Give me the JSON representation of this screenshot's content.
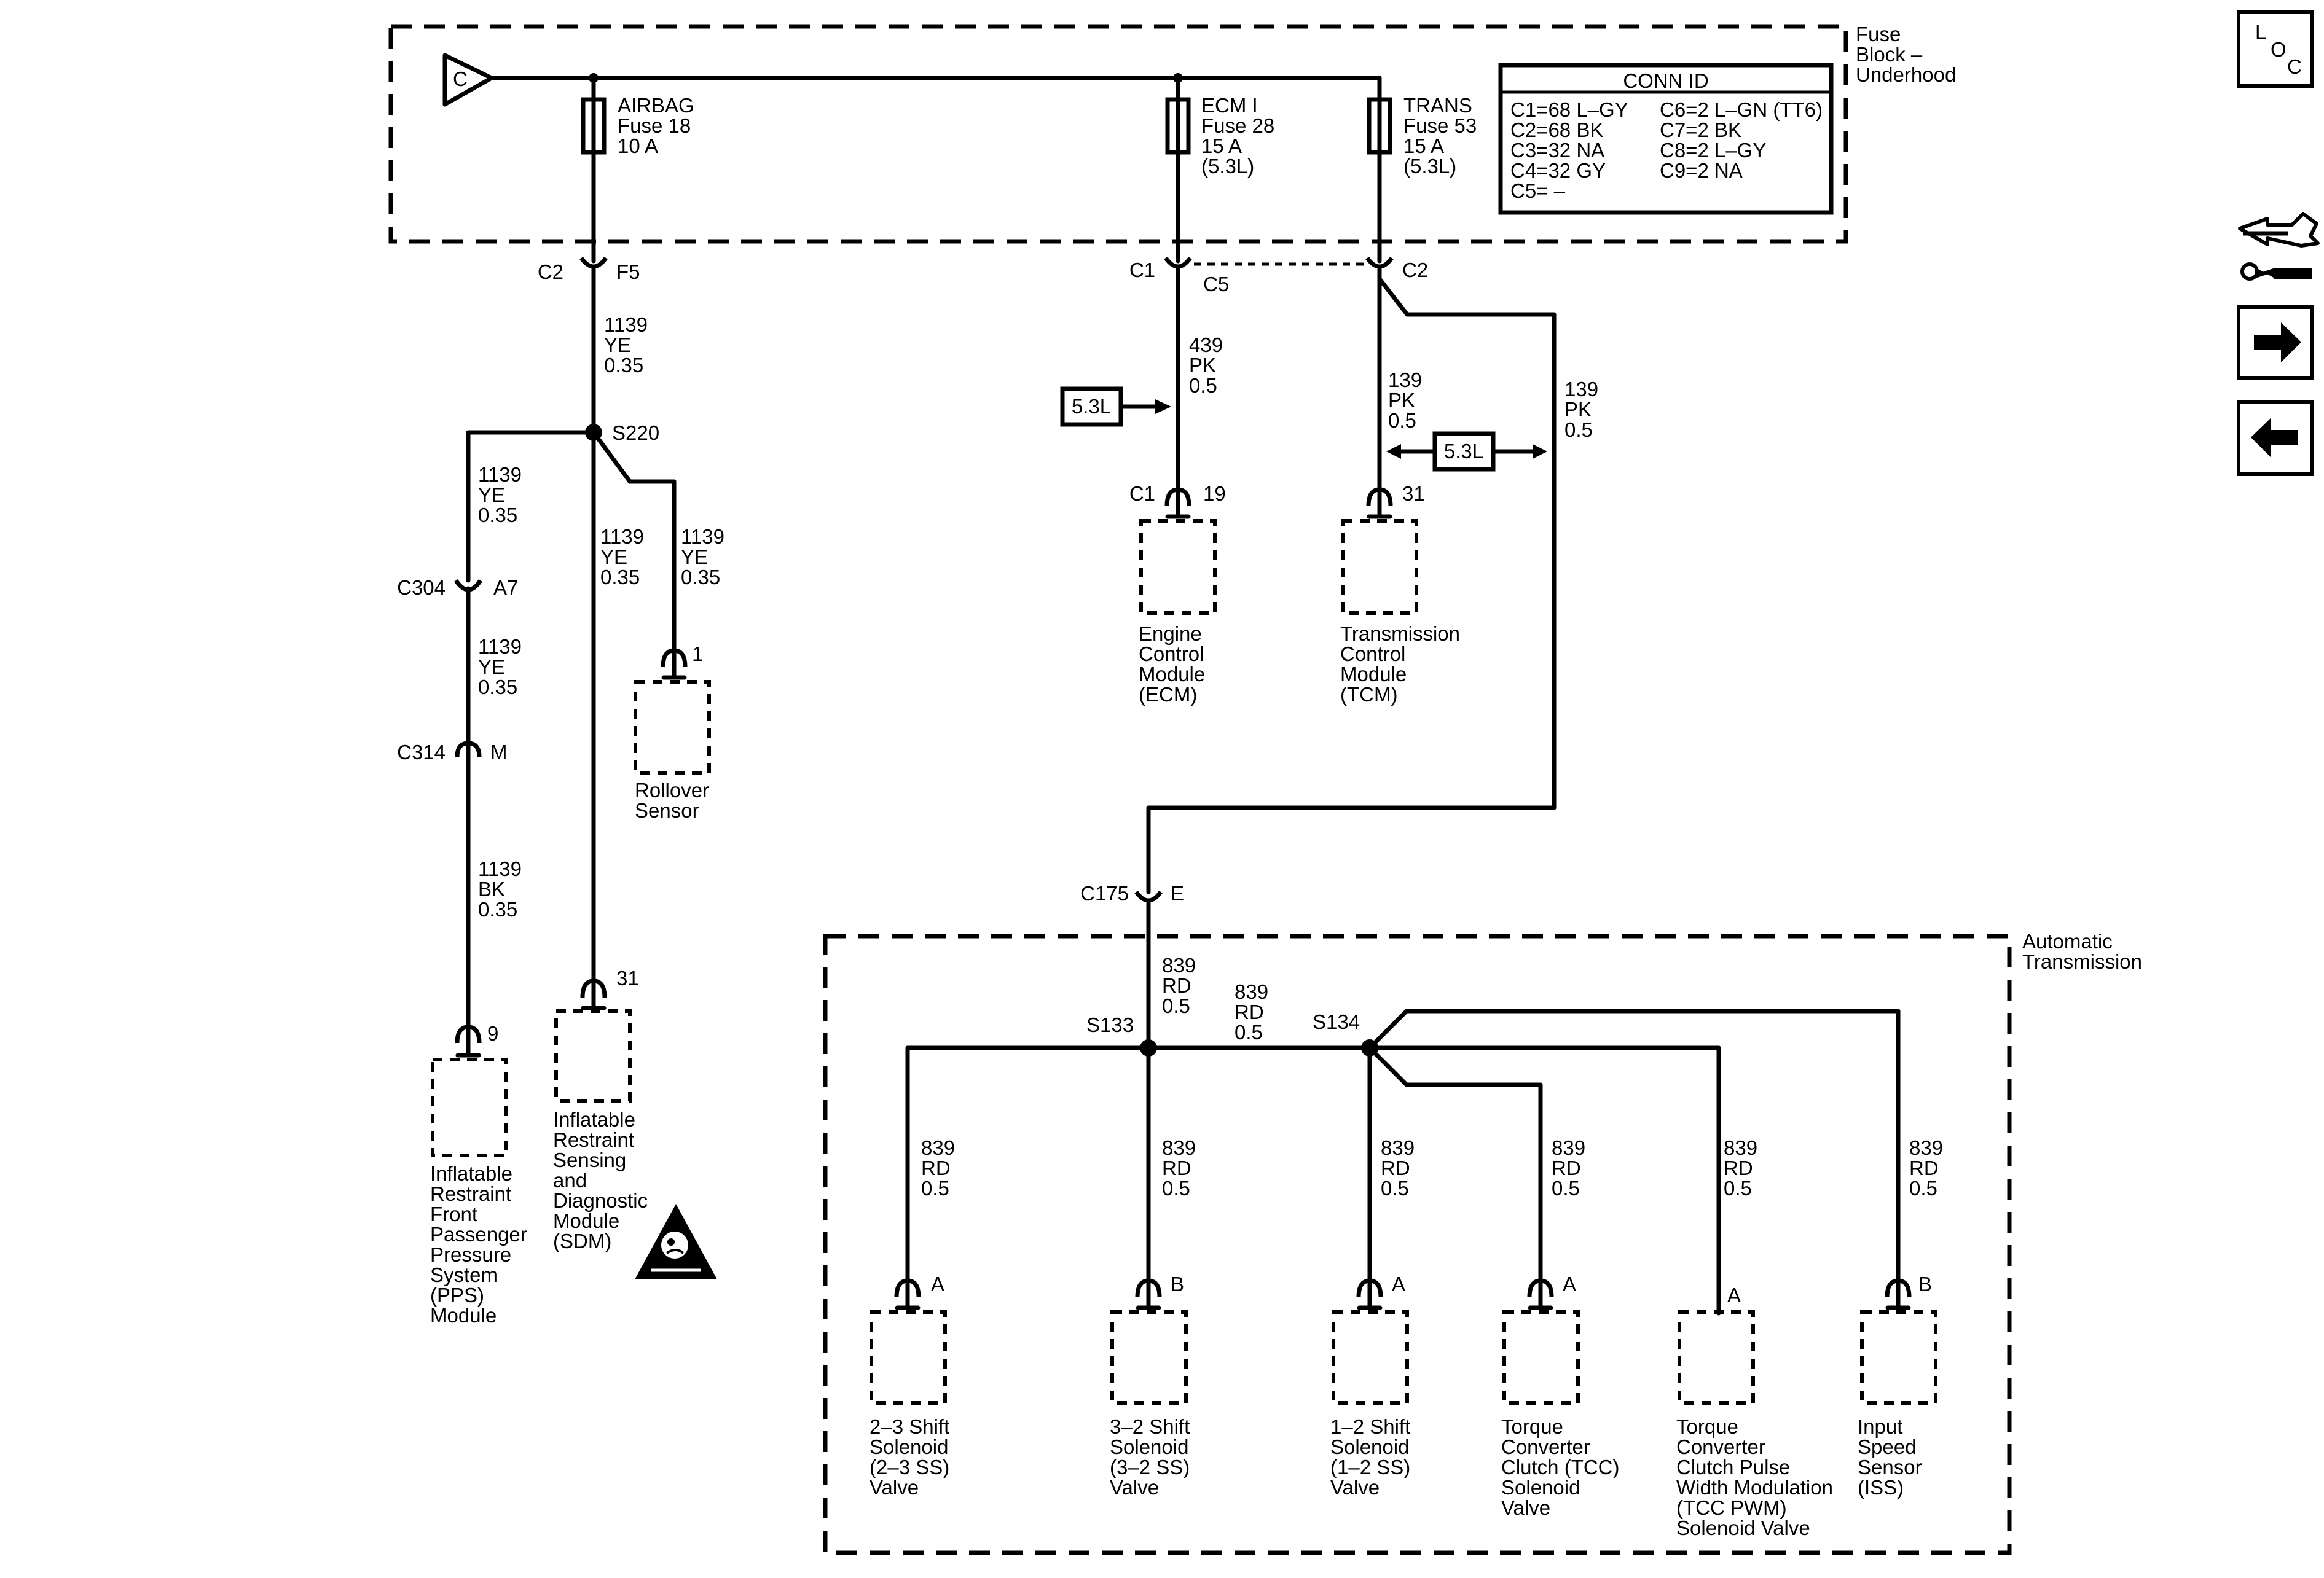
{
  "fuse_block": {
    "label_line1": "Fuse",
    "label_line2": "Block –",
    "label_line3": "Underhood",
    "source_connector": "C",
    "fuses": [
      {
        "line1": "AIRBAG",
        "line2": "Fuse 18",
        "line3": "10 A",
        "line4": ""
      },
      {
        "line1": "ECM I",
        "line2": "Fuse 28",
        "line3": "15 A",
        "line4": "(5.3L)"
      },
      {
        "line1": "TRANS",
        "line2": "Fuse 53",
        "line3": "15 A",
        "line4": "(5.3L)"
      }
    ]
  },
  "conn_id": {
    "title": "CONN ID",
    "left": [
      "C1=68 L–GY",
      "C2=68 BK",
      "C3=32 NA",
      "C4=32 GY",
      "C5= –"
    ],
    "right": [
      "C6=2 L–GN (TT6)",
      "C7=2 BK",
      "C8=2 L–GY",
      "C9=2 NA"
    ]
  },
  "connectors": {
    "c2_f5": {
      "left": "C2",
      "right": "F5"
    },
    "c1_c5": {
      "left": "C1",
      "right": "C5"
    },
    "c2_trans": {
      "right": "C2"
    },
    "c304": {
      "left": "C304",
      "right": "A7"
    },
    "c314": {
      "left": "C314",
      "right": "M"
    },
    "ecm": {
      "left": "C1",
      "right": "19"
    },
    "tcm": {
      "right": "31"
    },
    "rollover": {
      "right": "1"
    },
    "sdm": {
      "right": "31"
    },
    "pps": {
      "right": "9"
    },
    "c175": {
      "left": "C175",
      "right": "E"
    },
    "sol_23": {
      "right": "A"
    },
    "sol_32": {
      "right": "B"
    },
    "sol_12": {
      "right": "A"
    },
    "tcc": {
      "right": "A"
    },
    "tcc_pwm": {
      "right": "A"
    },
    "iss": {
      "right": "B"
    }
  },
  "splices": {
    "s220": "S220",
    "s133": "S133",
    "s134": "S134"
  },
  "wires": {
    "w1139_top": [
      "1139",
      "YE",
      "0.35"
    ],
    "w1139_left": [
      "1139",
      "YE",
      "0.35"
    ],
    "w1139_mid": [
      "1139",
      "YE",
      "0.35"
    ],
    "w1139_right": [
      "1139",
      "YE",
      "0.35"
    ],
    "w1139_c304": [
      "1139",
      "YE",
      "0.35"
    ],
    "w1139_bk": [
      "1139",
      "BK",
      "0.35"
    ],
    "w439": [
      "439",
      "PK",
      "0.5"
    ],
    "w139_tcm": [
      "139",
      "PK",
      "0.5"
    ],
    "w139_trans": [
      "139",
      "PK",
      "0.5"
    ],
    "w839_c175": [
      "839",
      "RD",
      "0.5"
    ],
    "w839_mid": [
      "839",
      "RD",
      "0.5"
    ],
    "w839_23": [
      "839",
      "RD",
      "0.5"
    ],
    "w839_32": [
      "839",
      "RD",
      "0.5"
    ],
    "w839_12": [
      "839",
      "RD",
      "0.5"
    ],
    "w839_tcc": [
      "839",
      "RD",
      "0.5"
    ],
    "w839_pwm": [
      "839",
      "RD",
      "0.5"
    ],
    "w839_iss": [
      "839",
      "RD",
      "0.5"
    ]
  },
  "option_tags": {
    "ecm": "5.3L",
    "tcm": "5.3L"
  },
  "components": {
    "ecm": [
      "Engine",
      "Control",
      "Module",
      "(ECM)"
    ],
    "tcm": [
      "Transmission",
      "Control",
      "Module",
      "(TCM)"
    ],
    "rollover": [
      "Rollover",
      "Sensor"
    ],
    "sdm": [
      "Inflatable",
      "Restraint",
      "Sensing",
      "and",
      "Diagnostic",
      "Module",
      "(SDM)"
    ],
    "pps": [
      "Inflatable",
      "Restraint",
      "Front",
      "Passenger",
      "Pressure",
      "System",
      "(PPS)",
      "Module"
    ],
    "sol_23": [
      "2–3 Shift",
      "Solenoid",
      "(2–3 SS)",
      "Valve"
    ],
    "sol_32": [
      "3–2 Shift",
      "Solenoid",
      "(3–2 SS)",
      "Valve"
    ],
    "sol_12": [
      "1–2 Shift",
      "Solenoid",
      "(1–2 SS)",
      "Valve"
    ],
    "tcc": [
      "Torque",
      "Converter",
      "Clutch (TCC)",
      "Solenoid",
      "Valve"
    ],
    "tcc_pwm": [
      "Torque",
      "Converter",
      "Clutch Pulse",
      "Width Modulation",
      "(TCC PWM)",
      "Solenoid Valve"
    ],
    "iss": [
      "Input",
      "Speed",
      "Sensor",
      "(ISS)"
    ]
  },
  "transmission": {
    "line1": "Automatic",
    "line2": "Transmission"
  },
  "side_buttons": {
    "loc_l": "L",
    "loc_o": "O",
    "loc_c": "C",
    "icons": [
      "loc-icon",
      "component-locator-icon",
      "next-arrow-icon",
      "previous-arrow-icon"
    ]
  },
  "colors": {
    "line": "#000000",
    "background": "#ffffff"
  }
}
